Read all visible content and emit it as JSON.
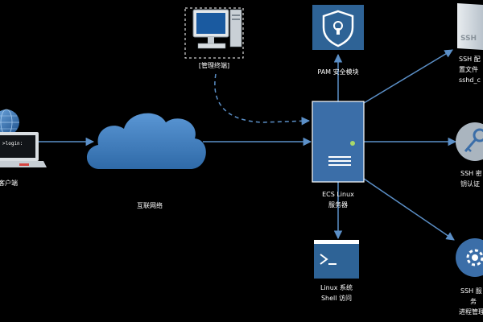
{
  "nodes": {
    "admin_pc": {
      "label": "[管理终端]"
    },
    "pam": {
      "label": "PAM 安全模块"
    },
    "client": {
      "label": "客户端",
      "screen_text": ">login:"
    },
    "network": {
      "label": "互联网络"
    },
    "server": {
      "label_line1": "ECS Linux",
      "label_line2": "服务器"
    },
    "shell": {
      "label_line1": "Linux 系统",
      "label_line2": "Shell 访问"
    },
    "ssh_config": {
      "label_line1": "SSH 配",
      "label_line2": "置文件",
      "label_line3": "sshd_c",
      "doc_text": "SSH"
    },
    "ssh_key": {
      "label_line1": "SSH 密",
      "label_line2": "钥认证"
    },
    "ssh_service": {
      "label_line1": "SSH 服",
      "label_line2": "务",
      "label_line3": "进程管理"
    }
  },
  "colors": {
    "line": "#5b8fc7",
    "server_fill": "#3b6ea8",
    "tile_fill": "#2e6396",
    "cloud_fill": "#4a86c5",
    "led": "#a8d86a"
  }
}
